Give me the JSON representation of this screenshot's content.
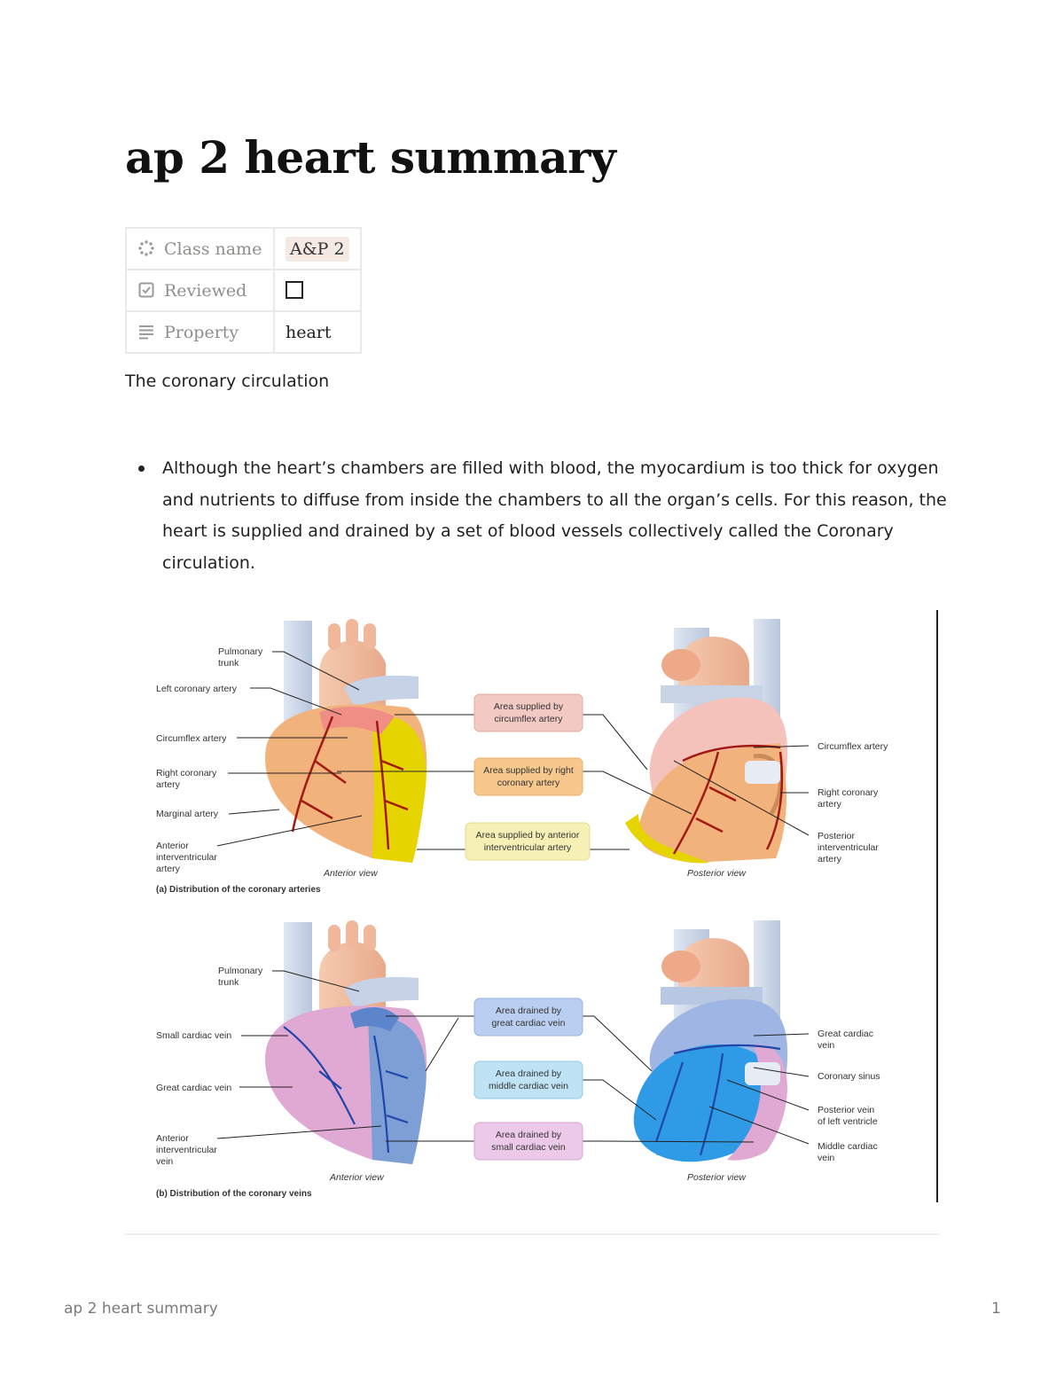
{
  "page": {
    "title": "ap 2 heart summary"
  },
  "properties": [
    {
      "key": "Class name",
      "value": "A&P 2",
      "icon": "status-spinner-icon"
    },
    {
      "key": "Reviewed",
      "value": "",
      "icon": "checkbox-icon"
    },
    {
      "key": "Property",
      "value": "heart",
      "icon": "text-lines-icon"
    }
  ],
  "section_heading": "The coronary circulation",
  "bullets": [
    "Although the heart’s chambers are filled with blood, the myocardium is too thick for oxygen and nutrients to diffuse from inside the chambers to all the organ’s cells. For this reason, the heart is supplied and drained by a set of blood vessels collectively called the Coronary circulation."
  ],
  "figure": {
    "arteries": {
      "labels_left": {
        "pulmonary_trunk": [
          "Pulmonary",
          "trunk"
        ],
        "left_coronary": [
          "Left coronary artery"
        ],
        "circumflex": [
          "Circumflex artery"
        ],
        "right_coronary": [
          "Right coronary",
          "artery"
        ],
        "marginal": [
          "Marginal artery"
        ],
        "anterior_interventricular": [
          "Anterior",
          "interventricular",
          "artery"
        ]
      },
      "labels_right": {
        "circumflex": [
          "Circumflex artery"
        ],
        "right_coronary": [
          "Right coronary",
          "artery"
        ],
        "posterior_interventricular": [
          "Posterior",
          "interventricular",
          "artery"
        ]
      },
      "boxes": {
        "circumflex_area": [
          "Area supplied by",
          "circumflex artery"
        ],
        "right_area": [
          "Area supplied by right",
          "coronary artery"
        ],
        "anterior_area": [
          "Area supplied by anterior",
          "interventricular artery"
        ]
      },
      "anterior_view": "Anterior view",
      "posterior_view": "Posterior view",
      "caption": "(a) Distribution of the coronary arteries"
    },
    "veins": {
      "labels_left": {
        "pulmonary_trunk": [
          "Pulmonary",
          "trunk"
        ],
        "small_cardiac": [
          "Small cardiac vein"
        ],
        "great_cardiac": [
          "Great cardiac vein"
        ],
        "anterior_interventricular": [
          "Anterior",
          "interventricular",
          "vein"
        ]
      },
      "labels_right": {
        "great_cardiac": [
          "Great cardiac",
          "vein"
        ],
        "coronary_sinus": [
          "Coronary sinus"
        ],
        "posterior_vein_lv": [
          "Posterior vein",
          "of left ventricle"
        ],
        "middle_cardiac": [
          "Middle cardiac",
          "vein"
        ]
      },
      "boxes": {
        "great_area": [
          "Area drained by",
          "great cardiac vein"
        ],
        "middle_area": [
          "Area drained by",
          "middle cardiac vein"
        ],
        "small_area": [
          "Area drained by",
          "small cardiac vein"
        ]
      },
      "anterior_view": "Anterior view",
      "posterior_view": "Posterior view",
      "caption": "(b) Distribution of the coronary veins"
    }
  },
  "footer": {
    "title": "ap 2 heart summary",
    "page_number": "1"
  }
}
